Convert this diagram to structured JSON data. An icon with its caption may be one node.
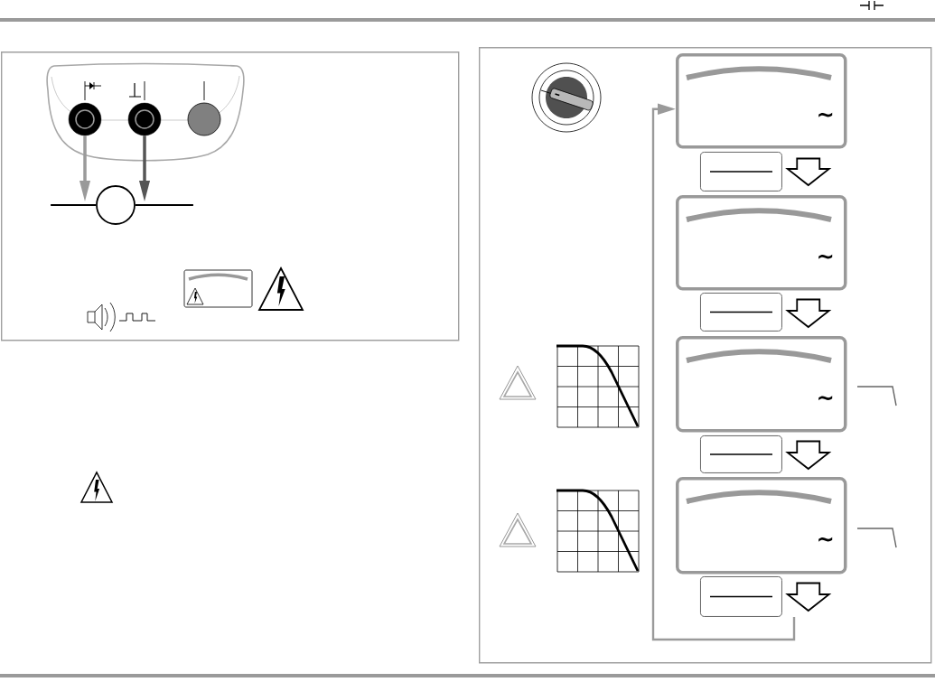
{
  "diagram": {
    "nodes": [
      {
        "text": [],
        "shape": "box"
      },
      {
        "text": [],
        "shape": "circle",
        "in": 0
      },
      {
        "text": [],
        "shape": "circle",
        "in": 0
      },
      {
        "text": [],
        "shape": "circle",
        "in": 0
      },
      {
        "text": [],
        "shape": "circle",
        "in": 0
      },
      {
        "text": [],
        "shape": "box"
      },
      {
        "text": [
          "~"
        ],
        "in": 5
      },
      {
        "text": [],
        "shape": "box",
        "in": 5
      },
      {
        "text": [
          "~"
        ],
        "in": 5
      },
      {
        "text": [],
        "shape": "box",
        "in": 5
      },
      {
        "text": [
          "~"
        ],
        "in": 5
      },
      {
        "text": [],
        "shape": "box",
        "in": 5
      },
      {
        "text": [
          "~"
        ],
        "in": 5
      },
      {
        "text": [],
        "shape": "box",
        "in": 5
      }
    ],
    "edges": [
      {
        "from": 1,
        "to": 4,
        "arrow": "to",
        "color": "#9a9a9a"
      },
      {
        "from": 2,
        "to": 4,
        "arrow": "to",
        "color": "#555555"
      },
      {
        "from": 6,
        "to": 8,
        "arrow": "to",
        "style": "thick"
      },
      {
        "from": 8,
        "to": 10,
        "arrow": "to",
        "style": "thick"
      },
      {
        "from": 10,
        "to": 12,
        "arrow": "to",
        "style": "thick"
      },
      {
        "from": 12,
        "to": null,
        "arrow": "to",
        "style": "thick"
      },
      {
        "from": null,
        "to": 6,
        "arrow": "to",
        "color": "#9a9a9a"
      }
    ]
  }
}
